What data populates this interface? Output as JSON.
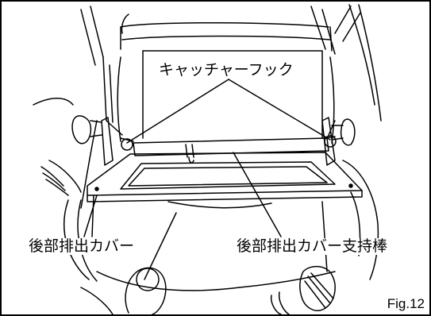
{
  "labels": {
    "catcher_hook": "キャッチャーフック",
    "rear_discharge_cover": "後部排出カバー",
    "rear_discharge_cover_support_rod": "後部排出カバー支持棒",
    "figure_number": "Fig.12"
  }
}
